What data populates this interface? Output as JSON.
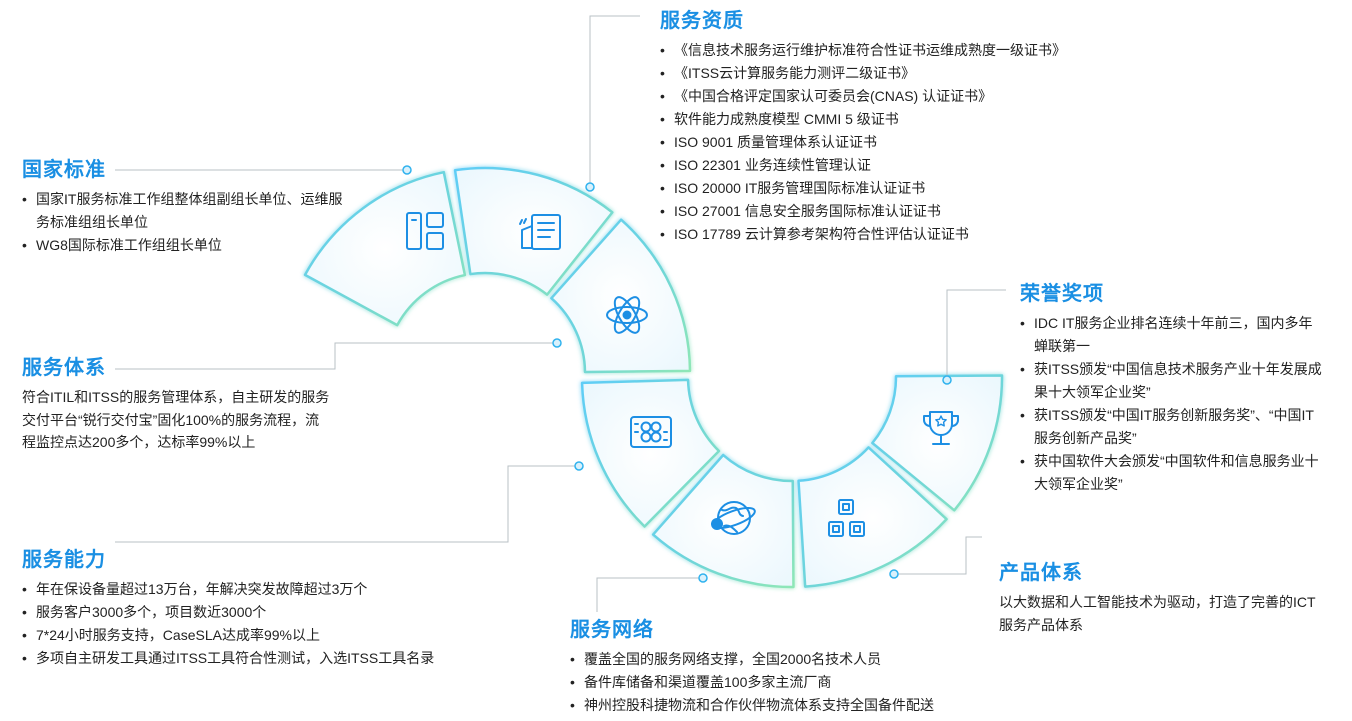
{
  "accent": "#1a8fe3",
  "icons": [
    "grid-icon",
    "document-icon",
    "atom-icon",
    "chip-icon",
    "globe-icon",
    "boxes-icon",
    "trophy-icon"
  ],
  "sections": {
    "guojia": {
      "title": "国家标准",
      "items": [
        "国家IT服务标准工作组整体组副组长单位、运维服务标准组组长单位",
        "WG8国际标准工作组组长单位"
      ]
    },
    "zizhi": {
      "title": "服务资质",
      "items": [
        "《信息技术服务运行维护标准符合性证书运维成熟度一级证书》",
        "《ITSS云计算服务能力测评二级证书》",
        "《中国合格评定国家认可委员会(CNAS) 认证证书》",
        "软件能力成熟度模型 CMMI 5 级证书",
        "ISO 9001 质量管理体系认证证书",
        "ISO 22301 业务连续性管理认证",
        "ISO 20000 IT服务管理国际标准认证证书",
        "ISO 27001 信息安全服务国际标准认证证书",
        "ISO 17789 云计算参考架构符合性评估认证证书"
      ]
    },
    "tixi": {
      "title": "服务体系",
      "desc": "符合ITIL和ITSS的服务管理体系，自主研发的服务交付平台“锐行交付宝”固化100%的服务流程，流程监控点达200多个，达标率99%以上"
    },
    "nengli": {
      "title": "服务能力",
      "items": [
        "年在保设备量超过13万台，年解决突发故障超过3万个",
        "服务客户3000多个，项目数近3000个",
        "7*24小时服务支持，CaseSLA达成率99%以上",
        "多项自主研发工具通过ITSS工具符合性测试，入选ITSS工具名录"
      ]
    },
    "wangluo": {
      "title": "服务网络",
      "items": [
        "覆盖全国的服务网络支撑，全国2000名技术人员",
        "备件库储备和渠道覆盖100多家主流厂商",
        "神州控股科捷物流和合作伙伴物流体系支持全国备件配送"
      ]
    },
    "rongyu": {
      "title": "荣誉奖项",
      "items": [
        "IDC  IT服务企业排名连续十年前三，国内多年蝉联第一",
        "获ITSS颁发“中国信息技术服务产业十年发展成果十大领军企业奖”",
        "获ITSS颁发“中国IT服务创新服务奖”、“中国IT服务创新产品奖”",
        "获中国软件大会颁发“中国软件和信息服务业十大领军企业奖”"
      ]
    },
    "chanpin": {
      "title": "产品体系",
      "desc": "以大数据和人工智能技术为驱动，打造了完善的ICT服务产品体系"
    }
  }
}
